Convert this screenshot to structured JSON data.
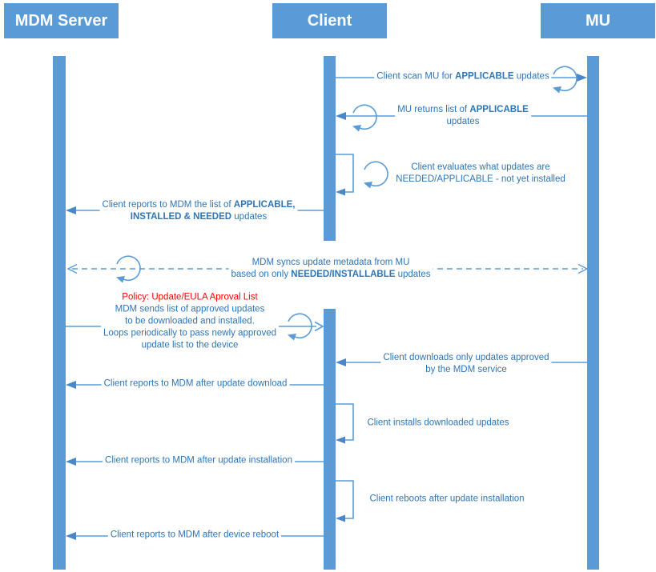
{
  "actors": {
    "mdm": "MDM Server",
    "client": "Client",
    "mu": "MU"
  },
  "colors": {
    "primary_blue": "#5B9BD5",
    "message_text_blue": "#2E75B6",
    "policy_red": "#FF0000",
    "background": "#FFFFFF"
  },
  "messages": {
    "scan": {
      "pre": "Client scan MU for ",
      "bold": "APPLICABLE",
      "post": " updates"
    },
    "mu_returns": {
      "pre": "MU returns list of ",
      "bold": "APPLICABLE",
      "line2": "updates"
    },
    "evaluate": {
      "line1": "Client evaluates what updates are",
      "line2": "NEEDED/APPLICABLE - not yet installed"
    },
    "report_list": {
      "line1_pre": "Client reports to MDM the list of ",
      "line1_bold": "APPLICABLE,",
      "line2_bold": "INSTALLED & NEEDED",
      "line2_post": " updates"
    },
    "sync": {
      "line1": "MDM syncs update metadata from MU",
      "line2_pre": "based on only ",
      "line2_bold": "NEEDED/INSTALLABLE",
      "line2_post": " updates"
    },
    "policy": {
      "title": "Policy: Update/EULA Aproval List",
      "line1": "MDM sends list of approved updates",
      "line2": "to be downloaded and installed.",
      "line3": "Loops periodically to pass newly approved",
      "line4": "update list to the device"
    },
    "download": {
      "line1": "Client downloads only updates approved",
      "line2": "by the MDM service"
    },
    "report_download": "Client reports to MDM after update download",
    "install": "Client installs downloaded updates",
    "report_install": "Client reports to MDM after update installation",
    "reboot": "Client reboots after update installation",
    "report_reboot": "Client reports to MDM after device reboot"
  }
}
